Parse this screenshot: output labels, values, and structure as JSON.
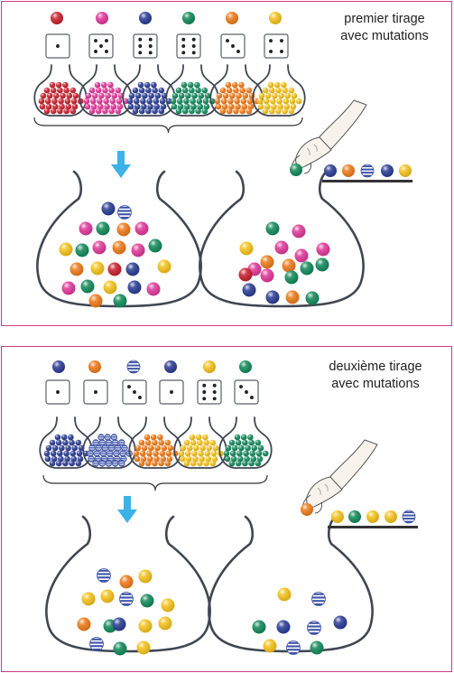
{
  "colors": {
    "red": "#c8202c",
    "pink": "#e0389a",
    "navy": "#2a3c94",
    "green": "#12895a",
    "orange": "#ee7a1a",
    "yellow": "#f5c21b",
    "striped": "#3c52a6",
    "border": "#cc3c8c",
    "arrow": "#3cb2e8",
    "outline": "#3f4752"
  },
  "panels": [
    {
      "title_line1": "premier tirage",
      "title_line2": "avec mutations",
      "top_balls": [
        "red",
        "pink",
        "navy",
        "green",
        "orange",
        "yellow"
      ],
      "dice": [
        1,
        5,
        6,
        6,
        3,
        4
      ],
      "urns": [
        "red",
        "pink",
        "navy",
        "green",
        "orange",
        "yellow"
      ],
      "drawn_row": [
        "navy",
        "orange",
        "striped",
        "navy",
        "yellow"
      ],
      "hand_ball": "green",
      "left_jar_balls": [
        "navy",
        "striped",
        "pink",
        "green",
        "orange",
        "pink",
        "yellow",
        "green",
        "pink",
        "orange",
        "pink",
        "green",
        "orange",
        "yellow",
        "red",
        "navy",
        "yellow",
        "pink",
        "green",
        "yellow",
        "navy",
        "pink",
        "orange",
        "green"
      ],
      "right_jar_balls": [
        "green",
        "pink",
        "yellow",
        "pink",
        "pink",
        "orange",
        "pink",
        "green",
        "orange",
        "pink",
        "red",
        "green",
        "pink",
        "green",
        "navy",
        "navy",
        "orange",
        "green"
      ]
    },
    {
      "title_line1": "deuxième tirage",
      "title_line2": "avec mutations",
      "top_balls": [
        "navy",
        "orange",
        "striped",
        "navy",
        "yellow",
        "green"
      ],
      "dice": [
        1,
        1,
        3,
        1,
        6,
        3
      ],
      "urns": [
        "navy",
        "striped",
        "orange",
        "yellow",
        "green"
      ],
      "drawn_row": [
        "yellow",
        "green",
        "yellow",
        "yellow",
        "striped"
      ],
      "hand_ball": "orange",
      "left_jar_balls": [
        "striped",
        "orange",
        "yellow",
        "yellow",
        "yellow",
        "striped",
        "green",
        "yellow",
        "orange",
        "green",
        "navy",
        "yellow",
        "yellow",
        "striped",
        "green",
        "yellow"
      ],
      "right_jar_balls": [
        "yellow",
        "striped",
        "green",
        "navy",
        "striped",
        "navy",
        "yellow",
        "striped",
        "green"
      ]
    }
  ]
}
